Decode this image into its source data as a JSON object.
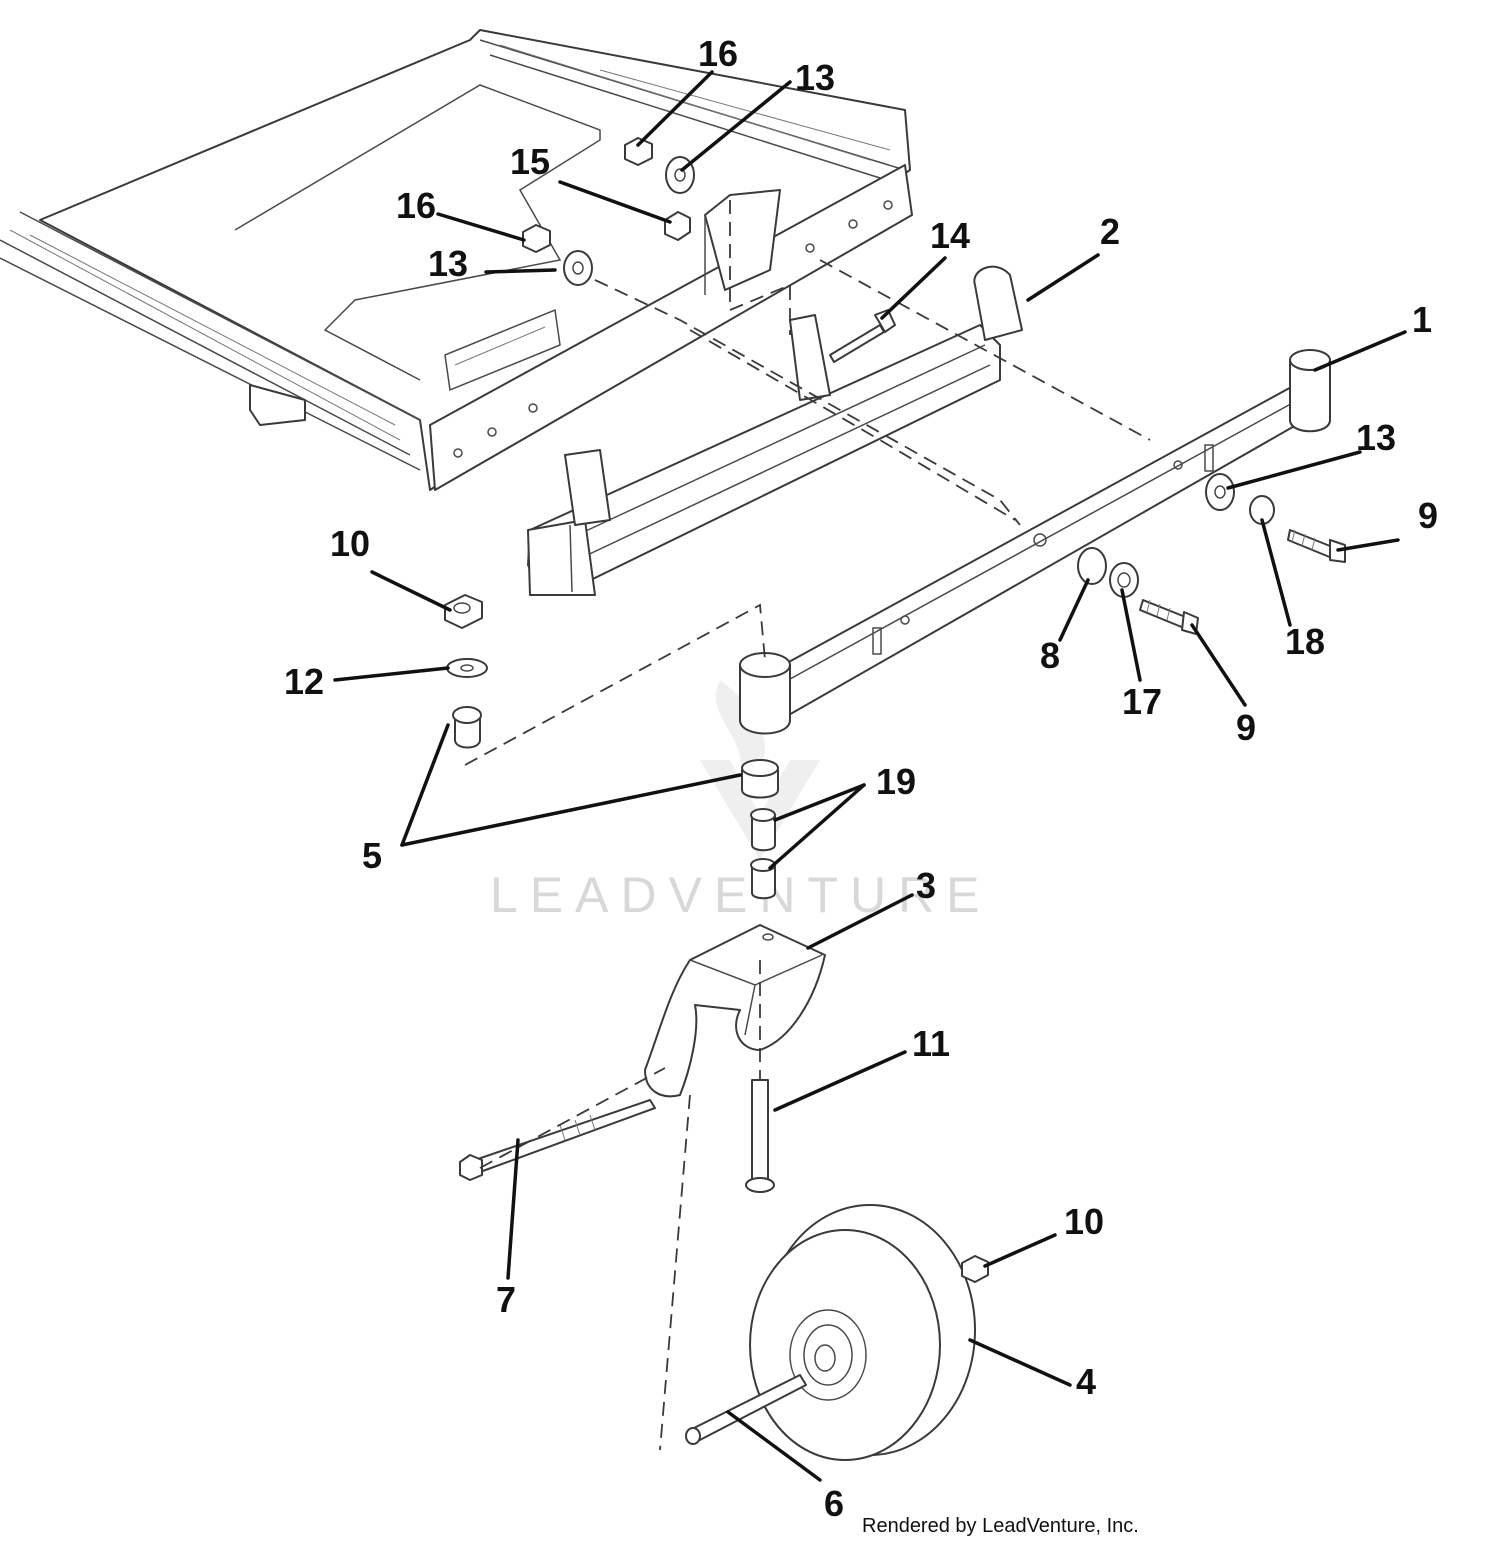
{
  "diagram": {
    "callouts": [
      "16",
      "13",
      "15",
      "16",
      "13",
      "14",
      "2",
      "1",
      "13",
      "9",
      "10",
      "12",
      "8",
      "17",
      "18",
      "9",
      "5",
      "19",
      "3",
      "11",
      "7",
      "10",
      "4",
      "6"
    ],
    "watermark": "LEADVENTURE",
    "credit": "Rendered by LeadVenture, Inc."
  }
}
